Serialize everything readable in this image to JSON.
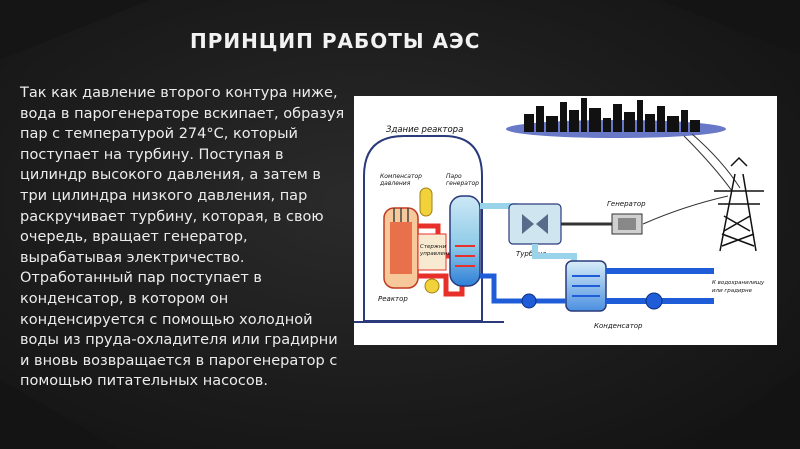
{
  "title": "ПРИНЦИП РАБОТЫ АЭС",
  "body": "Так как давление второго контура ниже, вода в парогенераторе вскипает, образуя пар с температурой 274°С, который поступает на турбину. Поступая в цилиндр высокого давления, а затем в три цилиндра низкого давления, пар раскручивает турбину, которая, в свою очередь, вращает генератор, вырабатывая электричество. Отработанный пар поступает в конденсатор, в котором он конденсируется с помощью холодной воды из пруда-охладителя или градирни и вновь возвращается в парогенератор с помощью питательных насосов.",
  "diagram": {
    "labels": {
      "reactor_building": "Здание реактора",
      "control_rods_line1": "Стержни",
      "control_rods_line2": "управления",
      "pressurizer_line1": "Компенсатор",
      "pressurizer_line2": "давления",
      "steam_gen_line1": "Паро",
      "steam_gen_line2": "генератор",
      "generator": "Генератор",
      "turbine": "Турбина",
      "reactor": "Реактор",
      "condenser": "Конденсатор",
      "cooling_line1": "К водохранилищу",
      "cooling_line2": "или градирне"
    },
    "colors": {
      "hot_loop": "#e8302a",
      "steam": "#9ad4ea",
      "cold_loop": "#1e5cd8",
      "vessel_outline": "#2a3a7a"
    },
    "icons": [
      "city-skyline",
      "power-transmission-tower",
      "turbine",
      "generator",
      "pump"
    ]
  }
}
